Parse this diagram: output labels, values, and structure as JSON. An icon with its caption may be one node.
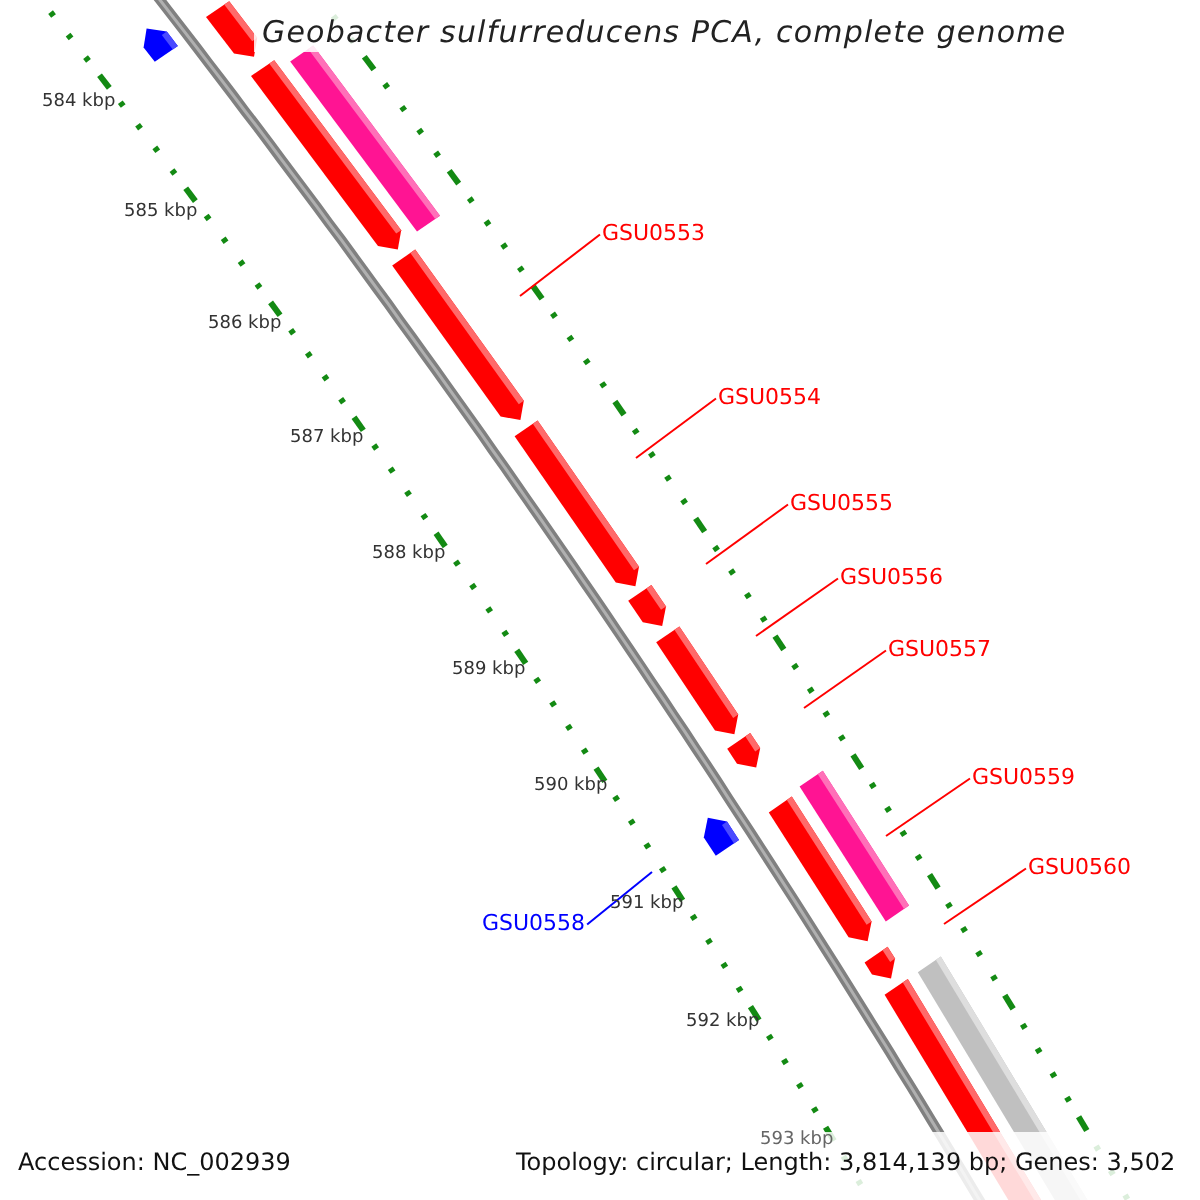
{
  "diagram": {
    "title": "Geobacter sulfurreducens PCA, complete genome",
    "nodes": [
      {
        "text": [
          "GSU0553"
        ]
      },
      {
        "text": [
          "GSU0554"
        ]
      },
      {
        "text": [
          "GSU0555"
        ]
      },
      {
        "text": [
          "GSU0556"
        ]
      },
      {
        "text": [
          "GSU0557"
        ]
      },
      {
        "text": [
          "GSU0559"
        ]
      },
      {
        "text": [
          "GSU0560"
        ]
      },
      {
        "text": [
          "GSU0558"
        ]
      }
    ],
    "edges": [
      {
        "from": 0,
        "to": null,
        "arrow": "none"
      },
      {
        "from": 1,
        "to": null,
        "arrow": "none"
      },
      {
        "from": 2,
        "to": null,
        "arrow": "none"
      },
      {
        "from": 3,
        "to": null,
        "arrow": "none"
      },
      {
        "from": 4,
        "to": null,
        "arrow": "none"
      },
      {
        "from": 5,
        "to": null,
        "arrow": "none"
      },
      {
        "from": 6,
        "to": null,
        "arrow": "none"
      },
      {
        "from": 7,
        "to": null,
        "arrow": "none",
        "color": "#0000ff"
      }
    ],
    "labels": [
      "584 kbp",
      "585 kbp",
      "586 kbp",
      "587 kbp",
      "588 kbp",
      "589 kbp",
      "590 kbp",
      "591 kbp",
      "592 kbp",
      "593 kbp",
      "Accession: NC_002939",
      "Topology: circular; Length: 3,814,139 bp; Genes: 3,502"
    ]
  }
}
